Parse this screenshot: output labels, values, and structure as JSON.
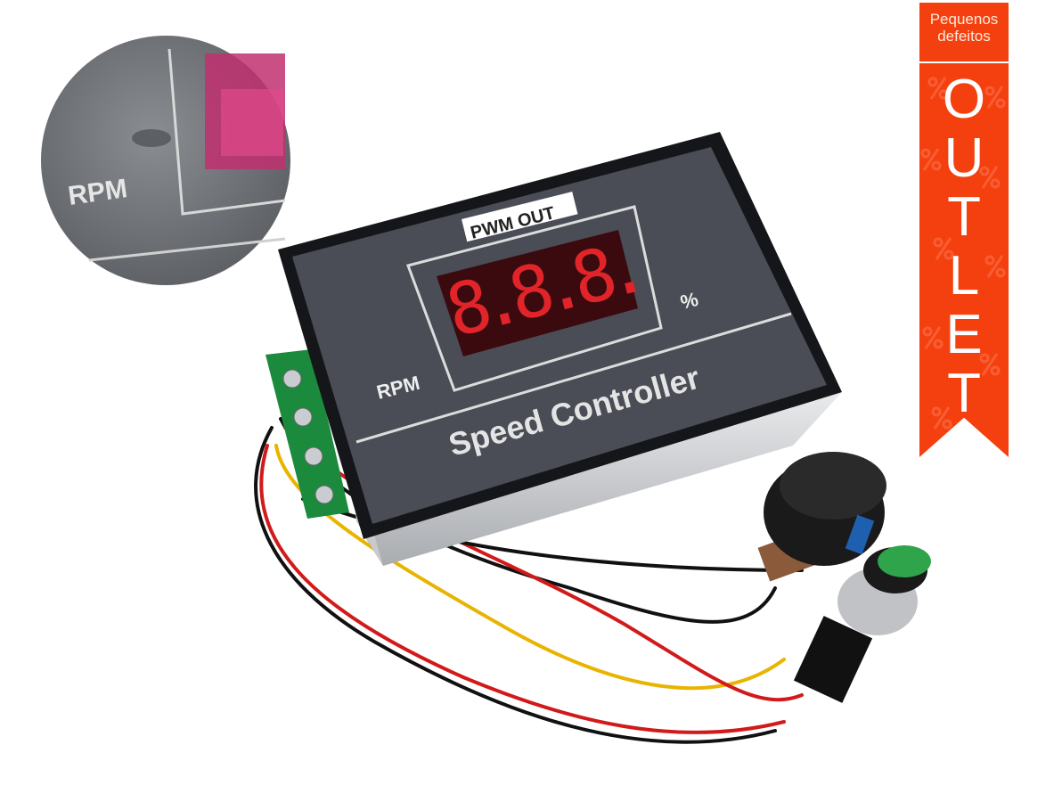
{
  "product": {
    "panel_label_top": "PWM OUT",
    "display_value": "8.8.8.",
    "unit_percent": "%",
    "unit_rpm": "RPM",
    "title": "Speed Controller"
  },
  "inset": {
    "label": "RPM"
  },
  "banner": {
    "subtitle_line1": "Pequenos",
    "subtitle_line2": "defeitos",
    "title_letters": [
      "O",
      "U",
      "T",
      "L",
      "E",
      "T"
    ],
    "color": "#f4400f"
  }
}
